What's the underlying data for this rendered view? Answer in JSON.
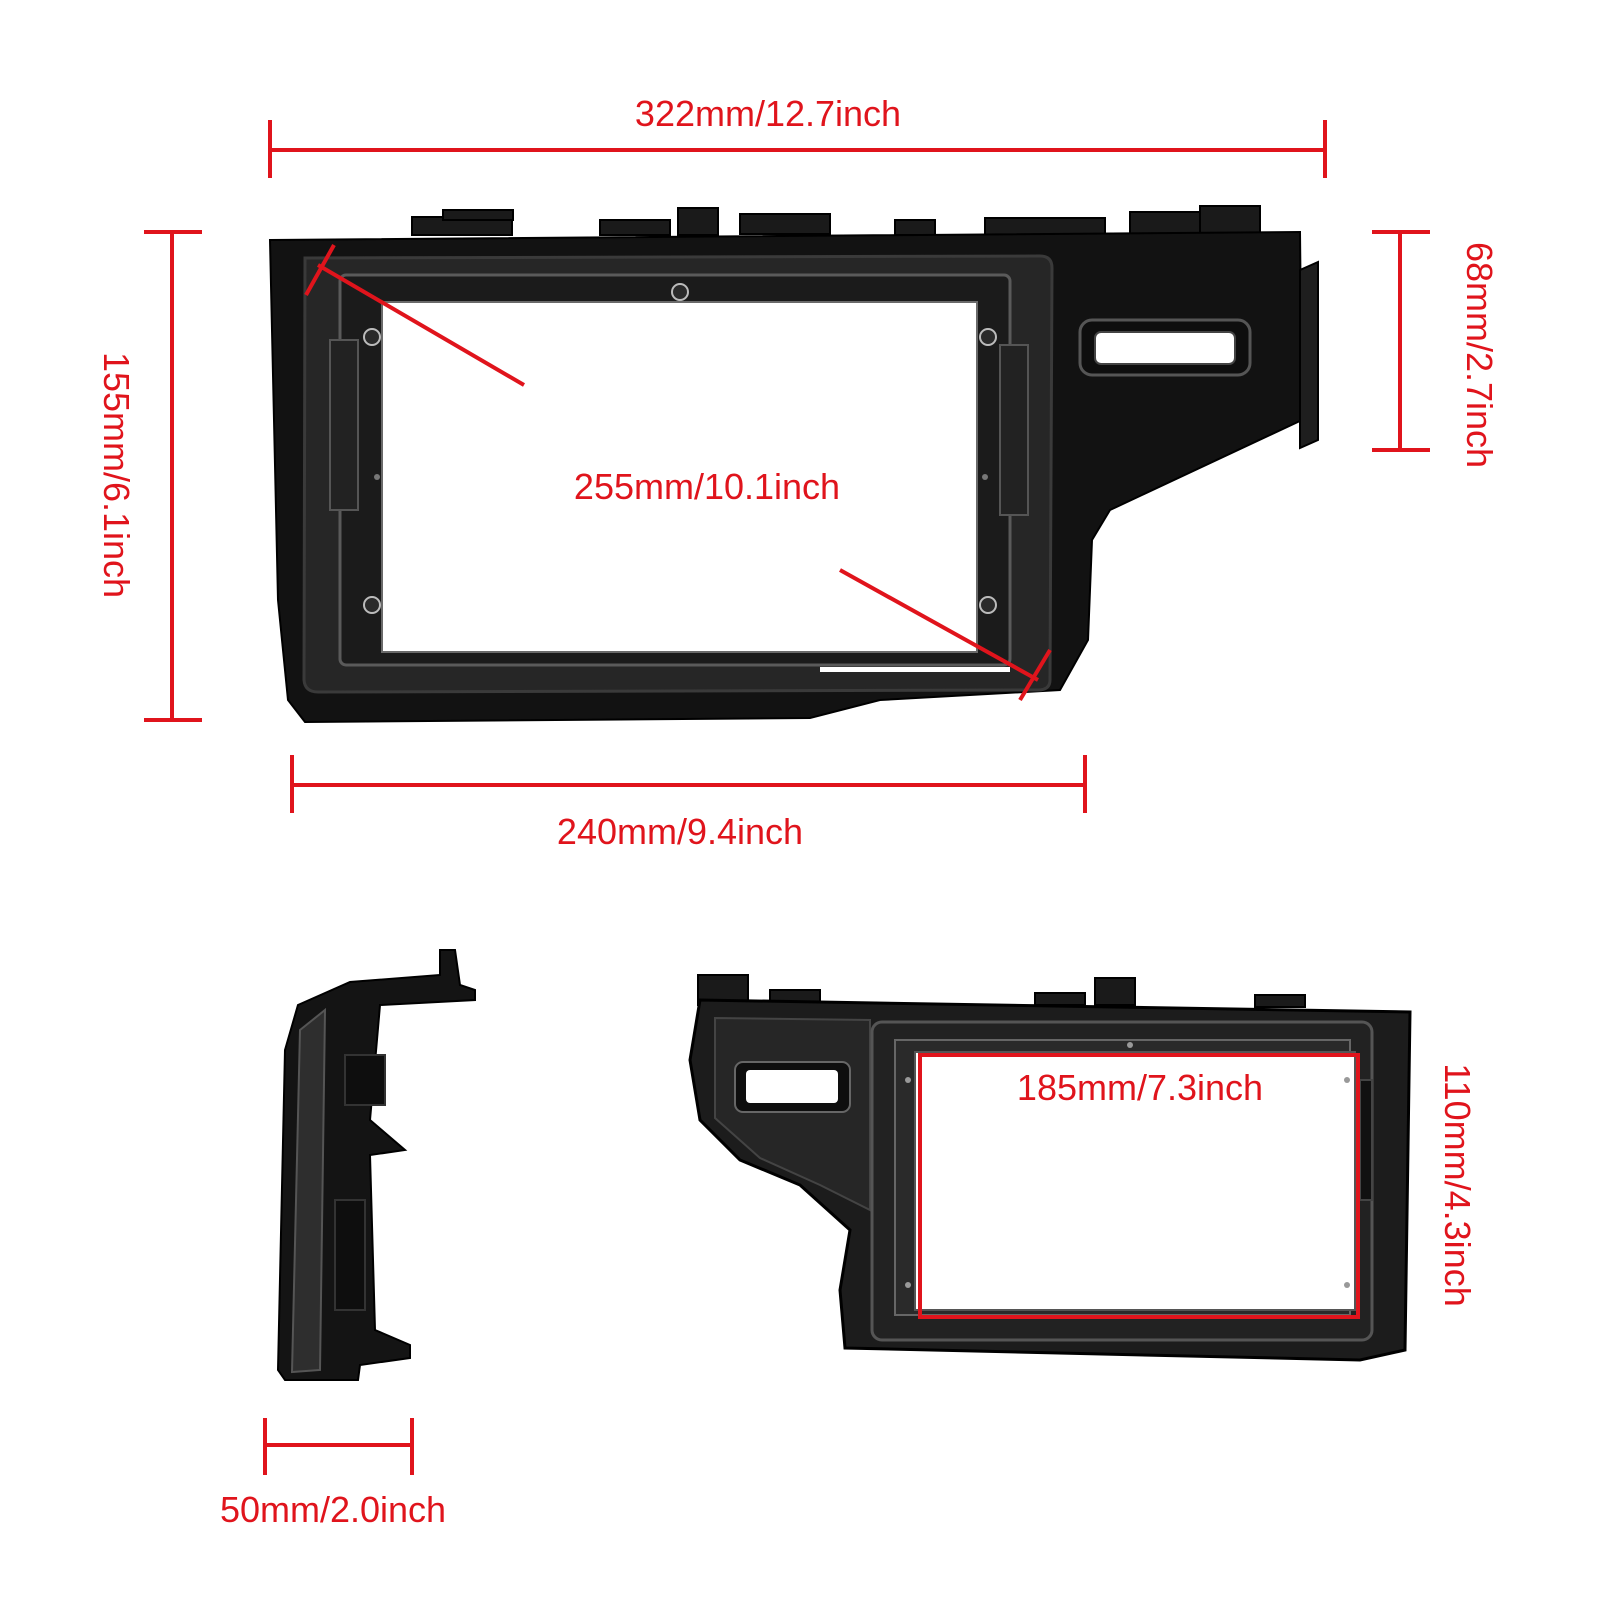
{
  "colors": {
    "dimension": "#e0141c",
    "frame": "#111111",
    "frame_highlight": "#4a4a4a",
    "background": "#ffffff"
  },
  "dimensions": {
    "top_width": "322mm/12.7inch",
    "left_height": "155mm/6.1inch",
    "right_height": "68mm/2.7inch",
    "screen_diagonal": "255mm/10.1inch",
    "bottom_width": "240mm/9.4inch",
    "side_depth": "50mm/2.0inch",
    "back_opening_width": "185mm/7.3inch",
    "back_opening_height": "110mm/4.3inch"
  },
  "views": {
    "front": "front-view",
    "side": "side-view",
    "back": "back-view"
  }
}
